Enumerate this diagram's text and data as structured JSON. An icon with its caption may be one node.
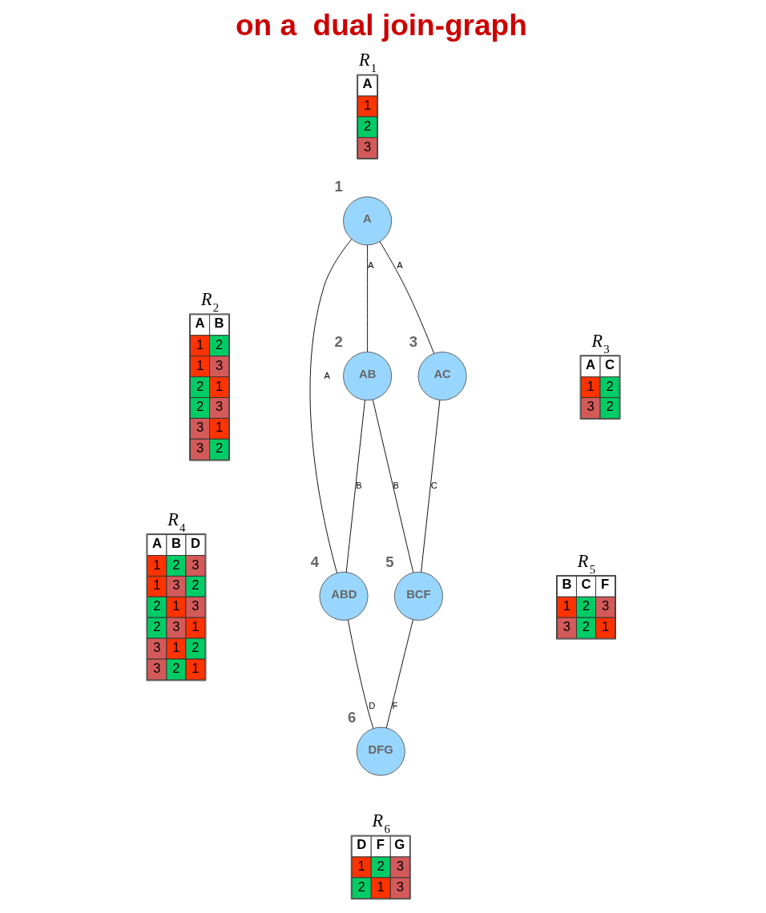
{
  "diagram": {
    "title": "on a  dual join-graph",
    "nodes": [
      {
        "text": [
          "A"
        ],
        "beside": [
          "1"
        ]
      },
      {
        "text": [
          "AB"
        ],
        "beside": [
          "2"
        ]
      },
      {
        "text": [
          "AC"
        ],
        "beside": [
          "3"
        ]
      },
      {
        "text": [
          "ABD"
        ],
        "beside": [
          "4"
        ]
      },
      {
        "text": [
          "BCF"
        ],
        "beside": [
          "5"
        ]
      },
      {
        "text": [
          "DFG"
        ],
        "beside": [
          "6"
        ]
      }
    ],
    "edges": [
      {
        "from": 0,
        "to": 1,
        "arrow": "none",
        "label": "A"
      },
      {
        "from": 0,
        "to": 2,
        "arrow": "none",
        "label": "A"
      },
      {
        "from": 0,
        "to": 3,
        "arrow": "none",
        "label": "A"
      },
      {
        "from": 1,
        "to": 3,
        "arrow": "none",
        "label": "B"
      },
      {
        "from": 1,
        "to": 4,
        "arrow": "none",
        "label": "B"
      },
      {
        "from": 2,
        "to": 4,
        "arrow": "none",
        "label": "C"
      },
      {
        "from": 3,
        "to": 5,
        "arrow": "none",
        "label": "D"
      },
      {
        "from": 4,
        "to": 5,
        "arrow": "none",
        "label": "F"
      }
    ],
    "labels": [
      "R$_{1}$",
      "A",
      "1",
      "2",
      "3",
      "R$_{2}$",
      "A",
      "B",
      "1",
      "2",
      "1",
      "3",
      "2",
      "1",
      "2",
      "3",
      "3",
      "1",
      "3",
      "2",
      "R$_{3}$",
      "A",
      "C",
      "1",
      "2",
      "3",
      "2",
      "R$_{4}$",
      "A",
      "B",
      "D",
      "1",
      "2",
      "3",
      "1",
      "3",
      "2",
      "2",
      "1",
      "3",
      "2",
      "3",
      "1",
      "3",
      "1",
      "2",
      "3",
      "2",
      "1",
      "R$_{5}$",
      "B",
      "C",
      "F",
      "1",
      "2",
      "3",
      "3",
      "2",
      "1",
      "R$_{6}$",
      "D",
      "F",
      "G",
      "1",
      "2",
      "3",
      "2",
      "1",
      "3"
    ]
  }
}
